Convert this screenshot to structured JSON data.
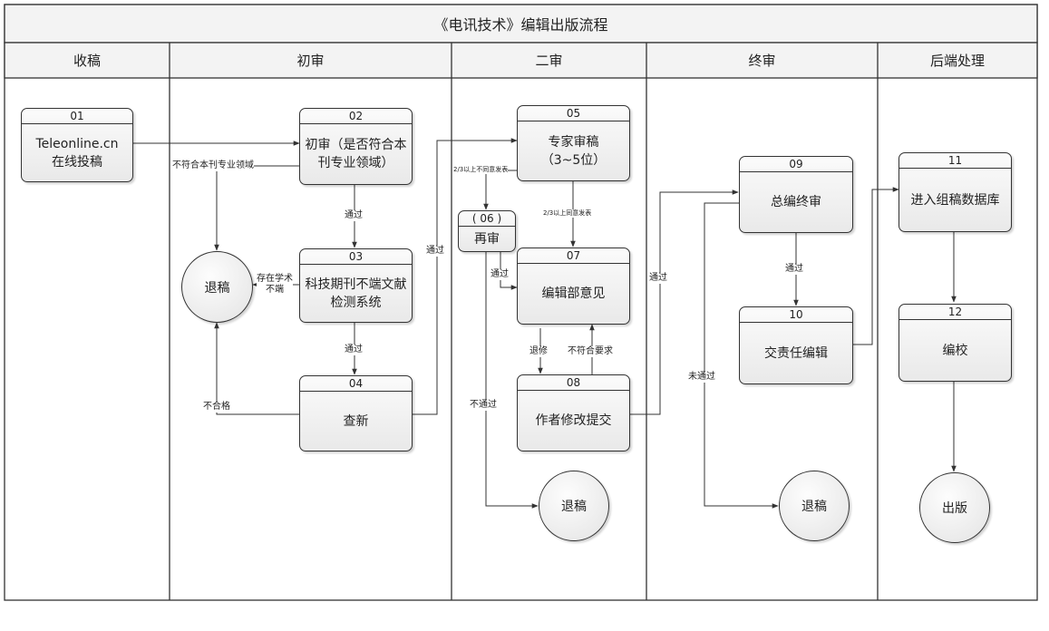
{
  "title": "《电讯技术》编辑出版流程",
  "lanes": [
    "收稿",
    "初审",
    "二审",
    "终审",
    "后端处理"
  ],
  "nodes": {
    "n01": {
      "id": "01",
      "text": "Teleonline.cn\n在线投稿"
    },
    "n02": {
      "id": "02",
      "text": "初审（是否符合本\n刊专业领域）"
    },
    "n03": {
      "id": "03",
      "text": "科技期刊不端文献\n检测系统"
    },
    "n04": {
      "id": "04",
      "text": "查新"
    },
    "n05": {
      "id": "05",
      "text": "专家审稿\n（3~5位）"
    },
    "n06": {
      "id": "( 06 )",
      "text": "再审"
    },
    "n07": {
      "id": "07",
      "text": "编辑部意见"
    },
    "n08": {
      "id": "08",
      "text": "作者修改提交"
    },
    "n09": {
      "id": "09",
      "text": "总编终审"
    },
    "n10": {
      "id": "10",
      "text": "交责任编辑"
    },
    "n11": {
      "id": "11",
      "text": "进入组稿数据库"
    },
    "n12": {
      "id": "12",
      "text": "编校"
    }
  },
  "terminals": {
    "reject1": "退稿",
    "reject2": "退稿",
    "reject3": "退稿",
    "publish": "出版"
  },
  "edge_labels": {
    "not_in_scope": "不符合本刊专业领域",
    "pass_02_03": "通过",
    "misconduct": "存在学术\n不端",
    "pass_03_04": "通过",
    "unqualified": "不合格",
    "pass_04_05": "通过",
    "two_thirds_reject": "2/3以上不同意发表",
    "two_thirds_accept": "2/3以上同意发表",
    "pass_06_07": "通过",
    "not_pass_06": "不通过",
    "revise": "退修",
    "not_meet": "不符合要求",
    "pass_08_09": "通过",
    "not_pass_09": "未通过",
    "pass_09_10": "通过"
  }
}
